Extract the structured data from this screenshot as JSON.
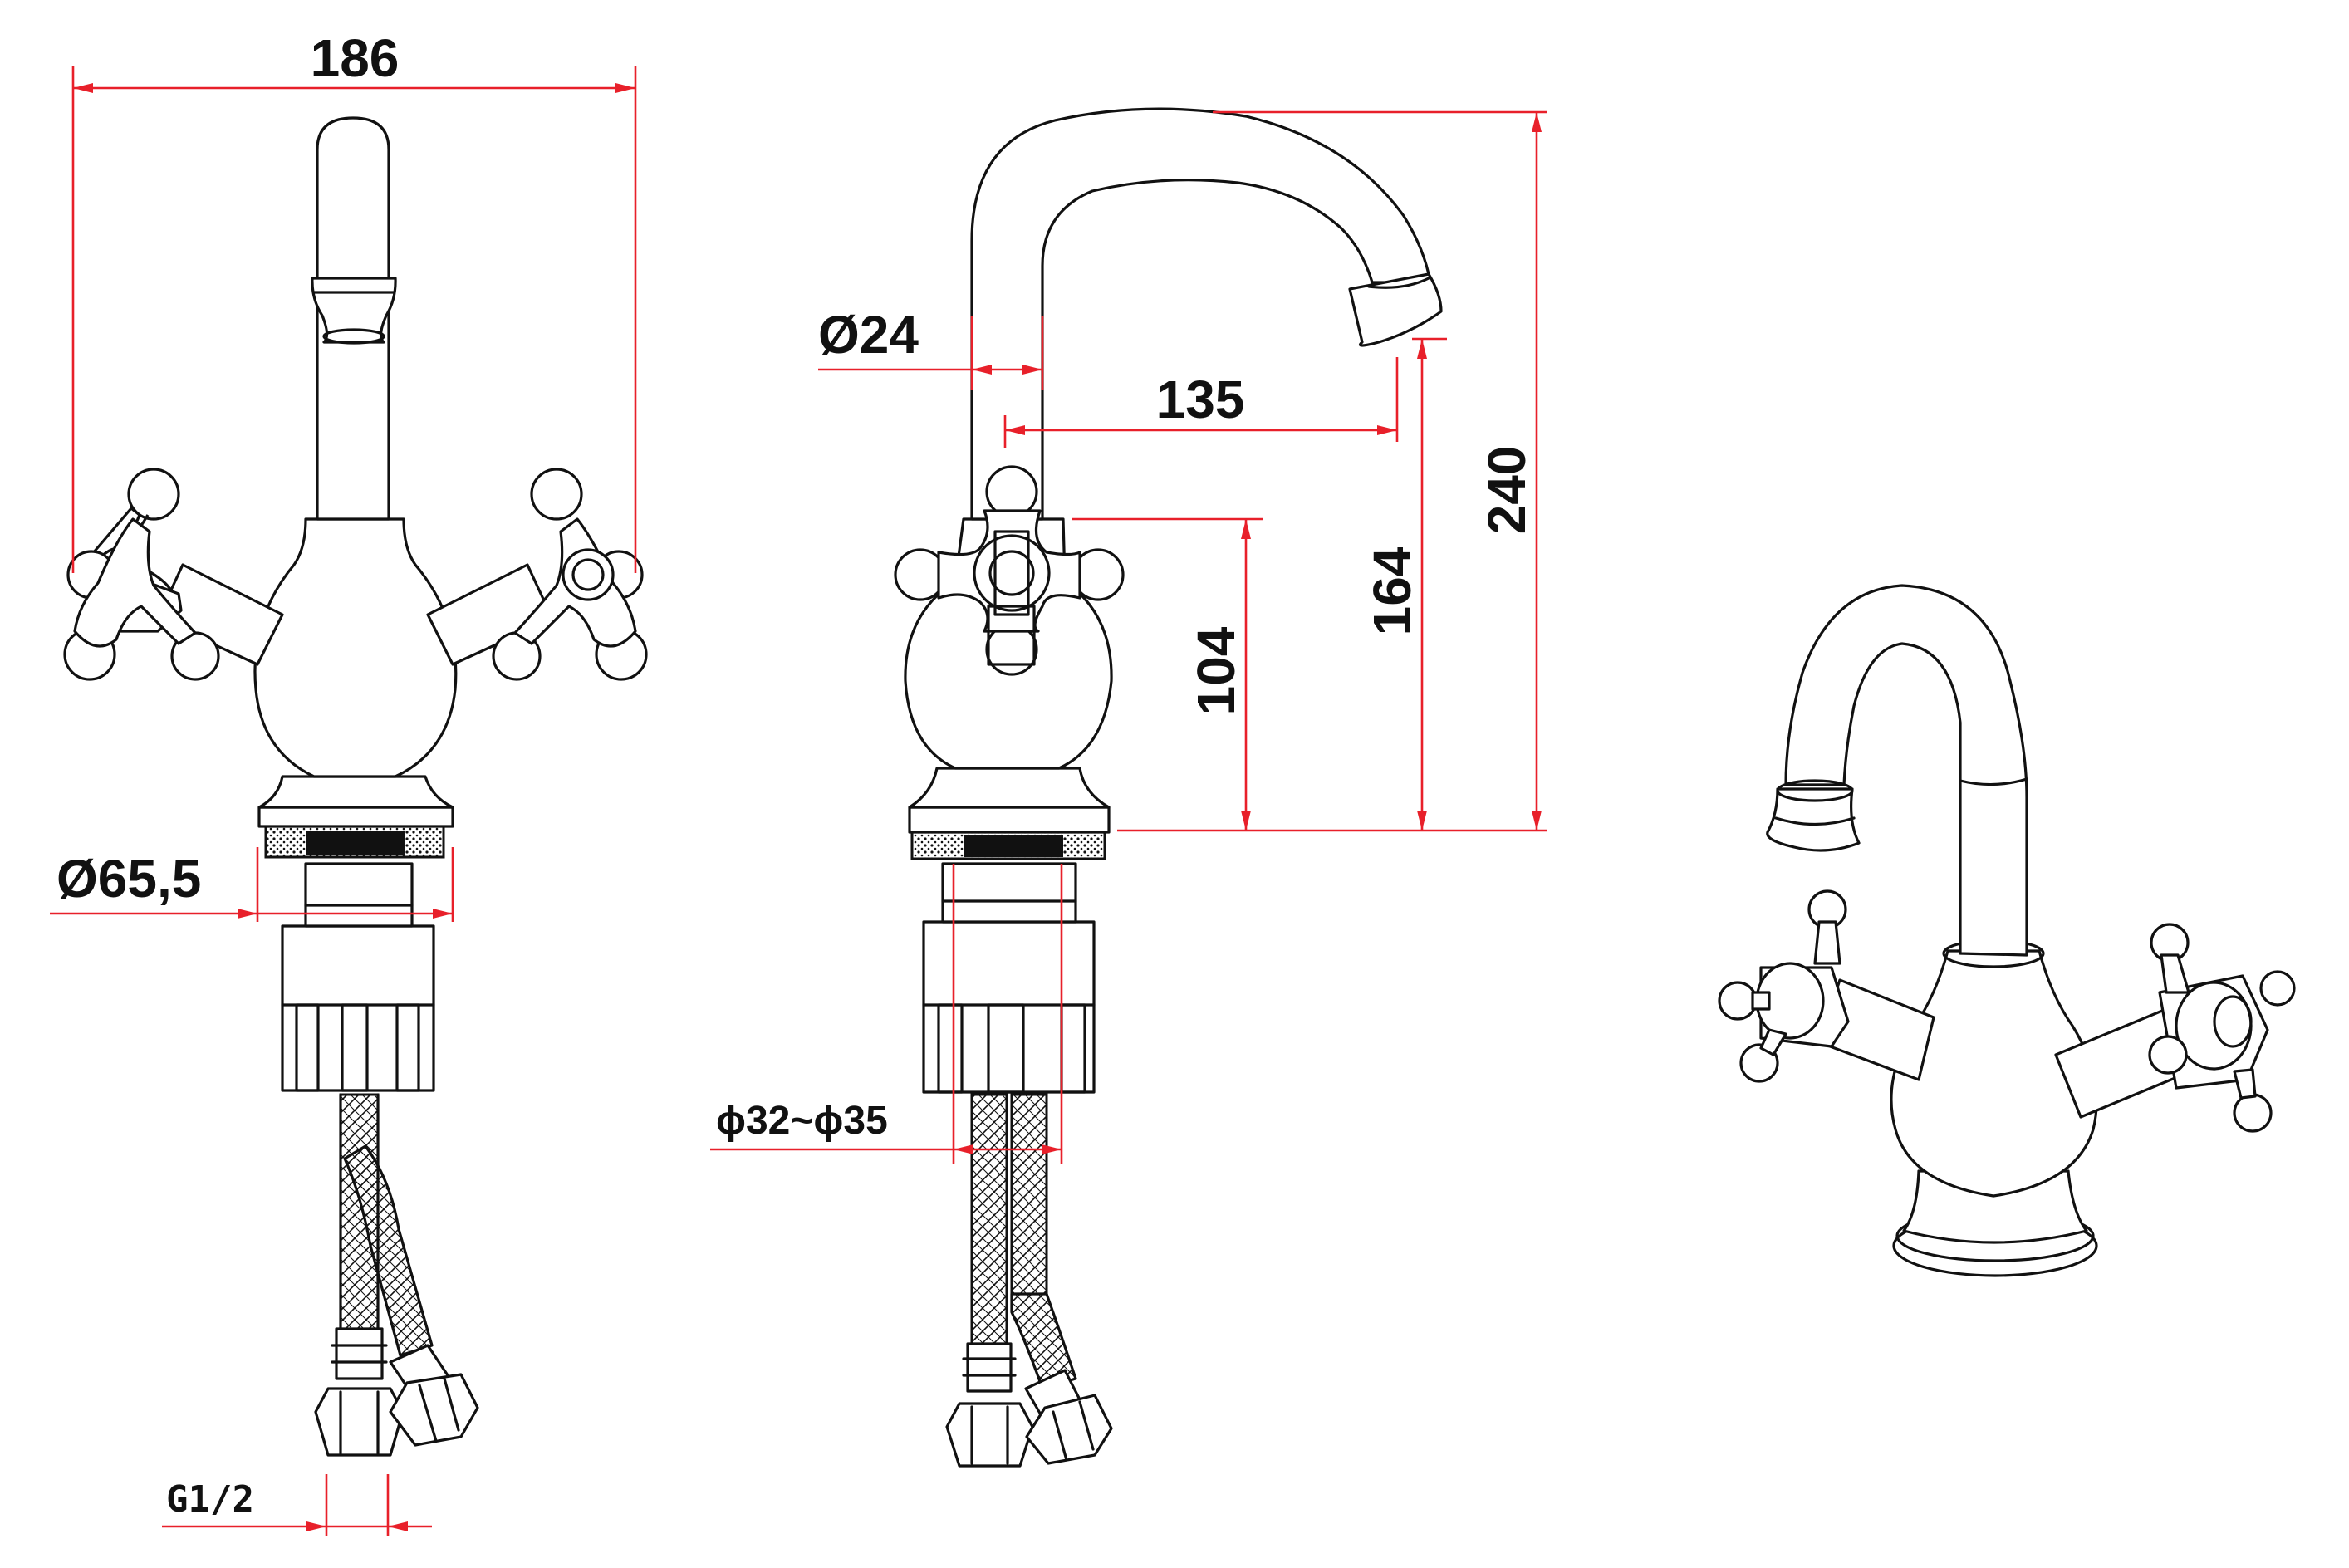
{
  "diagram": {
    "dimensions": {
      "overall_width": "186",
      "base_diameter": "Ø65,5",
      "thread": "G1/2",
      "spout_diameter": "Ø24",
      "spout_reach": "135",
      "total_height": "240",
      "outlet_height": "164",
      "handle_height": "104",
      "hole_range": "ϕ32~ϕ35"
    }
  },
  "colors": {
    "line": "#111111",
    "dimension": "#e8202a",
    "background": "#ffffff"
  }
}
